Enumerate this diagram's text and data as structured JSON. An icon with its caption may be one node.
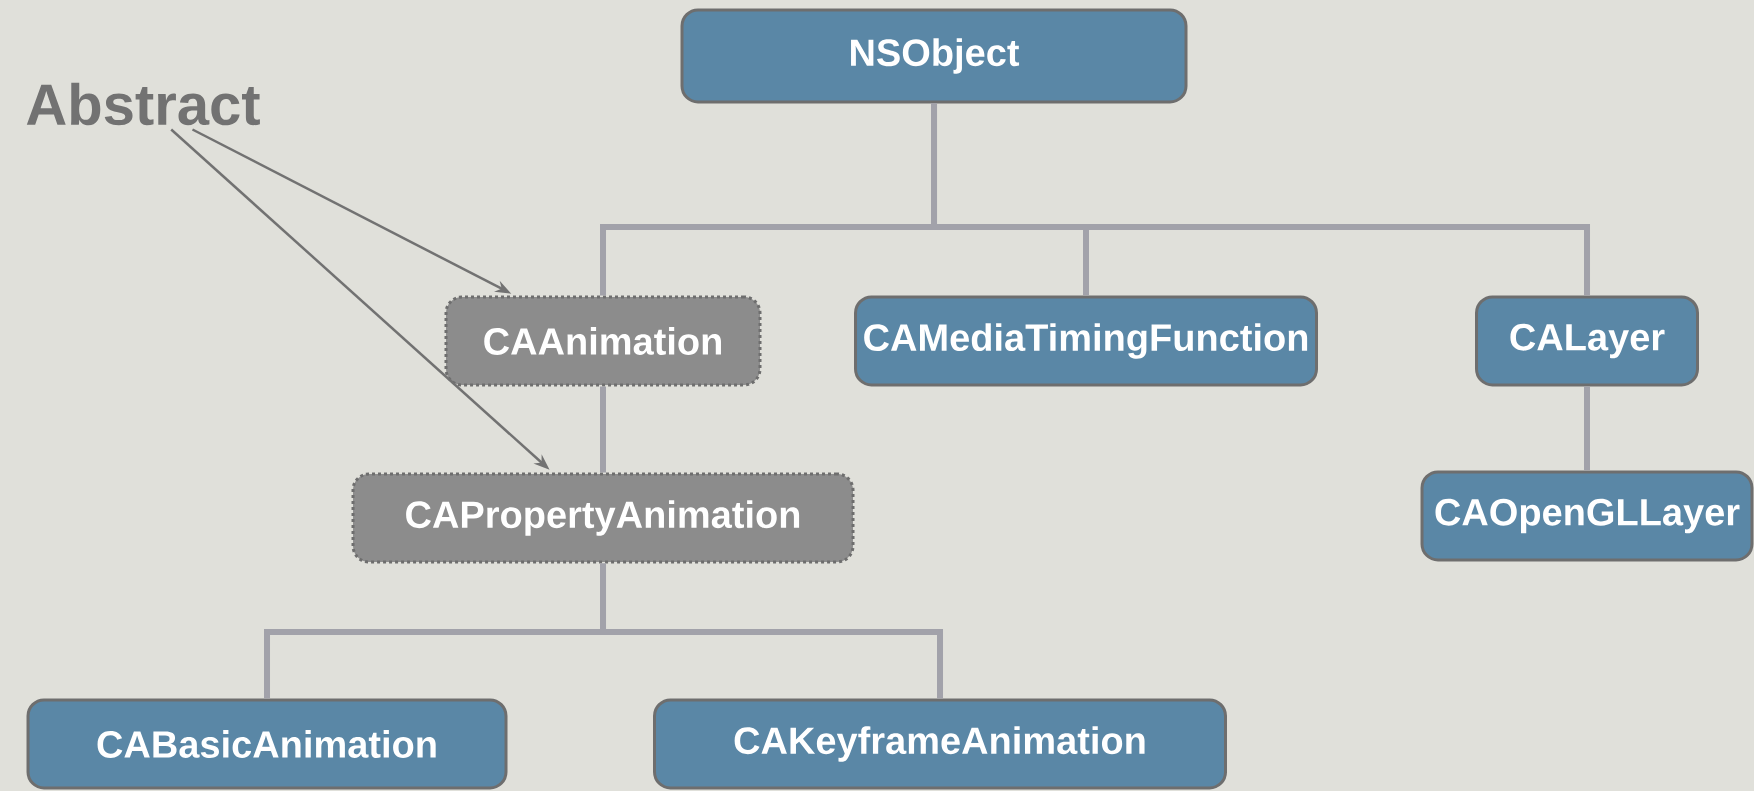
{
  "diagram": {
    "nodes": [
      {
        "text": [
          "NSObject"
        ]
      },
      {
        "text": [
          "Abstract"
        ]
      },
      {
        "text": [
          "CAAnimation"
        ]
      },
      {
        "text": [
          "CAMediaTimingFunction"
        ]
      },
      {
        "text": [
          "CALayer"
        ]
      },
      {
        "text": [
          "CAPropertyAnimation"
        ]
      },
      {
        "text": [
          "CAOpenGLLayer"
        ]
      },
      {
        "text": [
          "CABasicAnimation"
        ]
      },
      {
        "text": [
          "CAKeyframeAnimation"
        ]
      }
    ],
    "edges": [
      {
        "from": 0,
        "to": 2,
        "arrow": "none"
      },
      {
        "from": 0,
        "to": 3,
        "arrow": "none"
      },
      {
        "from": 0,
        "to": 4,
        "arrow": "none"
      },
      {
        "from": 4,
        "to": 6,
        "arrow": "none"
      },
      {
        "from": 2,
        "to": 5,
        "arrow": "none"
      },
      {
        "from": 5,
        "to": 7,
        "arrow": "none"
      },
      {
        "from": 5,
        "to": 8,
        "arrow": "none"
      },
      {
        "from": 1,
        "to": 2,
        "arrow": "to"
      },
      {
        "from": 1,
        "to": 5,
        "arrow": "to"
      }
    ]
  }
}
